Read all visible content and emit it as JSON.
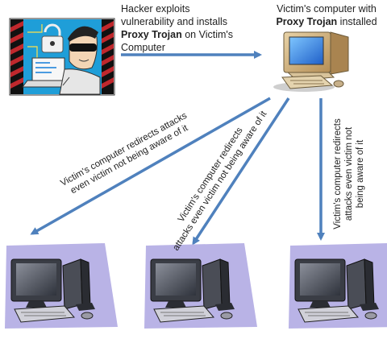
{
  "hacker_caption": {
    "line1": "Hacker exploits",
    "line2": "vulnerability and installs",
    "line3_bold": "Proxy Trojan",
    "line3_rest": " on Victim's",
    "line4": "Computer"
  },
  "victim_caption": {
    "line1": "Victim's computer with",
    "line2_bold": "Proxy Trojan",
    "line2_rest": " installed"
  },
  "arrow_labels": {
    "left": {
      "line1": "Victim's computer redirects attacks",
      "line2": "even victim not being aware of it"
    },
    "middle": {
      "line1": "Victim's computer redirects",
      "line2": "attacks even victim not being aware of it"
    },
    "right": {
      "line1": "Victim's computer redirects",
      "line2": "attacks even victim not",
      "line3": "being aware of it"
    }
  },
  "icons": {
    "hacker": "hacker-at-computer-icon",
    "victim": "desktop-computer-icon",
    "targets": "workstation-computer-icon"
  },
  "colors": {
    "arrow": "#4f81bd",
    "hacker_bg": "#1f9ed8",
    "stripe": "#c0282d",
    "target_pad": "#b9b3e6"
  }
}
